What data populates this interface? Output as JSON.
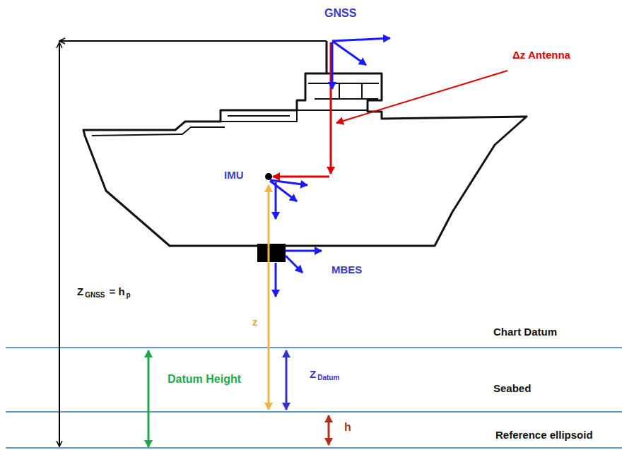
{
  "diagram": {
    "labels": [
      "GNSS",
      "Δz Antenna",
      "IMU",
      "MBES",
      "Z",
      "GNSS",
      "= h",
      "p",
      "z",
      "Chart Datum",
      "Datum Height",
      "Z",
      "Datum",
      "Seabed",
      "h",
      "Reference ellipsoid"
    ]
  }
}
